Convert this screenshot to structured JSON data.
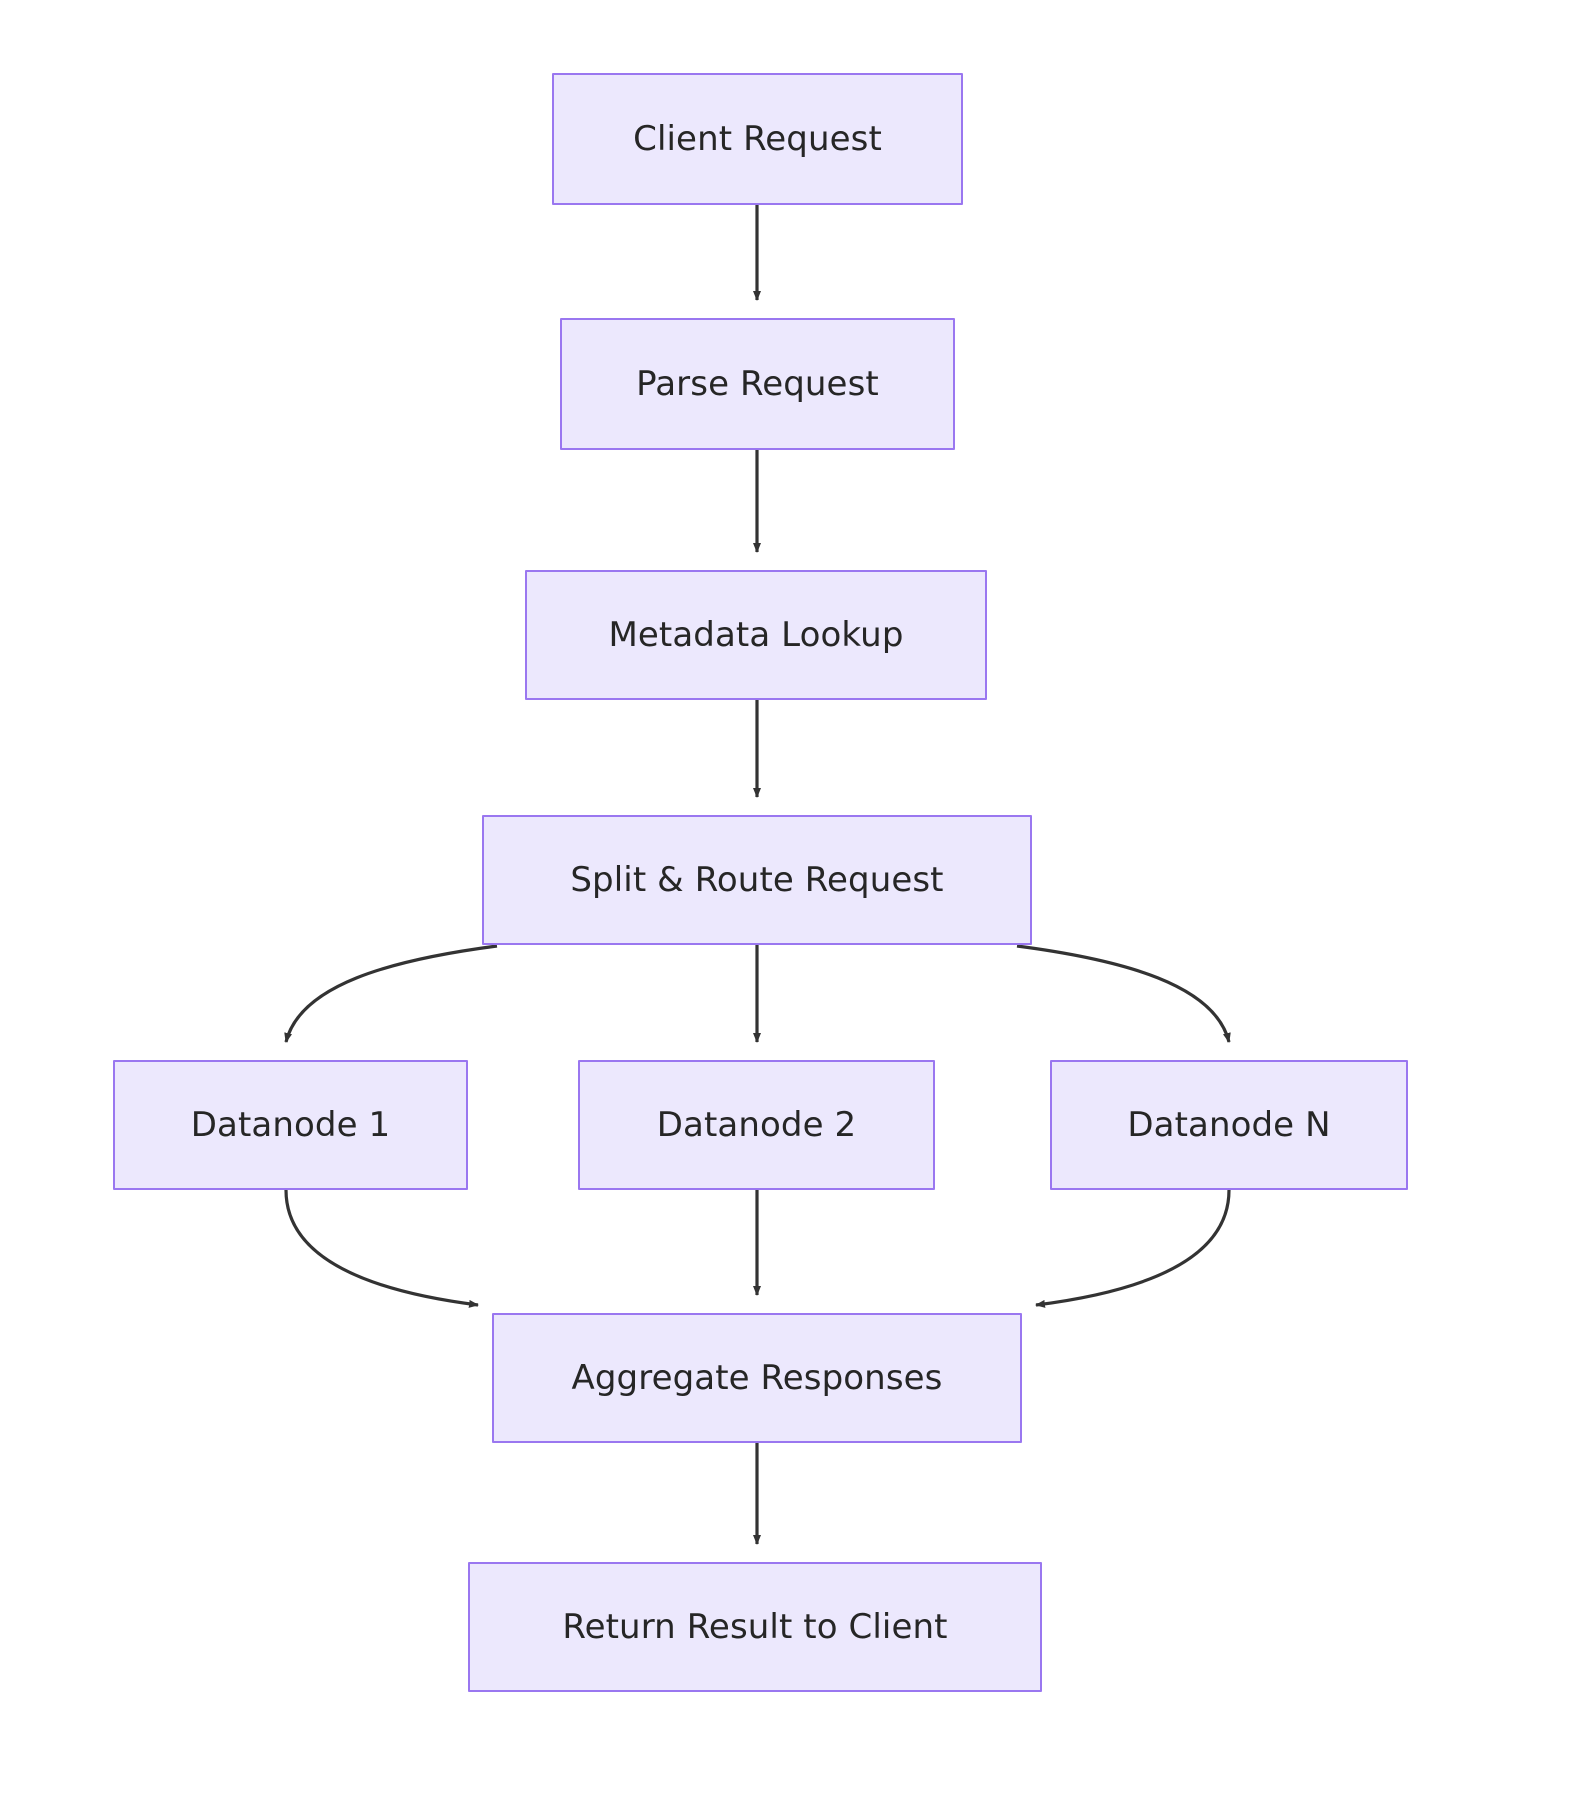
{
  "diagram": {
    "type": "flowchart",
    "direction": "top-to-bottom",
    "background_color": "#ffffff",
    "node_fill_color": "#ECE8FD",
    "node_border_color": "#9A77F0",
    "node_text_color": "#262626",
    "edge_color": "#333333",
    "nodes": [
      {
        "id": "client_request",
        "label": "Client Request"
      },
      {
        "id": "parse_request",
        "label": "Parse Request"
      },
      {
        "id": "metadata_lookup",
        "label": "Metadata Lookup"
      },
      {
        "id": "split_route_request",
        "label": "Split & Route Request"
      },
      {
        "id": "datanode_1",
        "label": "Datanode 1"
      },
      {
        "id": "datanode_2",
        "label": "Datanode 2"
      },
      {
        "id": "datanode_n",
        "label": "Datanode N"
      },
      {
        "id": "aggregate_responses",
        "label": "Aggregate Responses"
      },
      {
        "id": "return_result",
        "label": "Return Result to Client"
      }
    ],
    "edges": [
      {
        "from": "client_request",
        "to": "parse_request",
        "label": "",
        "style": "straight"
      },
      {
        "from": "parse_request",
        "to": "metadata_lookup",
        "label": "",
        "style": "straight"
      },
      {
        "from": "metadata_lookup",
        "to": "split_route_request",
        "label": "",
        "style": "straight"
      },
      {
        "from": "split_route_request",
        "to": "datanode_1",
        "label": "",
        "style": "curved"
      },
      {
        "from": "split_route_request",
        "to": "datanode_2",
        "label": "",
        "style": "straight"
      },
      {
        "from": "split_route_request",
        "to": "datanode_n",
        "label": "",
        "style": "curved"
      },
      {
        "from": "datanode_1",
        "to": "aggregate_responses",
        "label": "",
        "style": "curved"
      },
      {
        "from": "datanode_2",
        "to": "aggregate_responses",
        "label": "",
        "style": "straight"
      },
      {
        "from": "datanode_n",
        "to": "aggregate_responses",
        "label": "",
        "style": "curved"
      },
      {
        "from": "aggregate_responses",
        "to": "return_result",
        "label": "",
        "style": "straight"
      }
    ]
  }
}
